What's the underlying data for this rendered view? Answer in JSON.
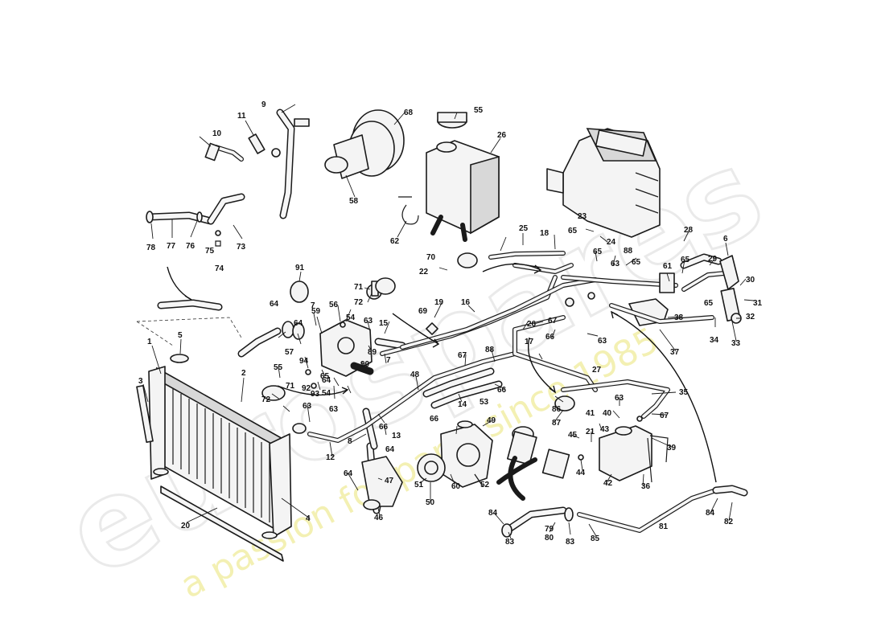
{
  "watermark": {
    "brand": "eurospares",
    "tagline": "a passion for parts since 1985"
  },
  "callouts": {
    "c1": "1",
    "c2": "2",
    "c3": "3",
    "c4": "4",
    "c5": "5",
    "c6": "6",
    "c7a": "7",
    "c7b": "7",
    "c8": "8",
    "c9": "9",
    "c10": "10",
    "c11": "11",
    "c12": "12",
    "c13": "13",
    "c14": "14",
    "c15": "15",
    "c16": "16",
    "c17": "17",
    "c18": "18",
    "c19": "19",
    "c20": "20",
    "c21": "21",
    "c22": "22",
    "c23": "23",
    "c24": "24",
    "c25": "25",
    "c26a": "26",
    "c26b": "26",
    "c27": "27",
    "c28": "28",
    "c29": "29",
    "c30": "30",
    "c31": "31",
    "c32": "32",
    "c33": "33",
    "c34": "34",
    "c35": "35",
    "c36": "36",
    "c37": "37",
    "c38": "38",
    "c39": "39",
    "c40": "40",
    "c41": "41",
    "c42": "42",
    "c43": "43",
    "c44": "44",
    "c45": "45",
    "c46": "46",
    "c47": "47",
    "c48": "48",
    "c49": "49",
    "c50": "50",
    "c51": "51",
    "c52": "52",
    "c53": "53",
    "c54a": "54",
    "c54b": "54",
    "c55a": "55",
    "c55b": "55",
    "c56": "56",
    "c57": "57",
    "c58": "58",
    "c59": "59",
    "c60": "60",
    "c61": "61",
    "c62": "62",
    "c63a": "63",
    "c63b": "63",
    "c63c": "63",
    "c63d": "63",
    "c63e": "63",
    "c63f": "63",
    "c64a": "64",
    "c64b": "64",
    "c64c": "64",
    "c64d": "64",
    "c64e": "64",
    "c65a": "65",
    "c65b": "65",
    "c65c": "65",
    "c65d": "65",
    "c65e": "65",
    "c65f": "65",
    "c66a": "66",
    "c66b": "66",
    "c66c": "66",
    "c66d": "66",
    "c67a": "67",
    "c67b": "67",
    "c67c": "67",
    "c68": "68",
    "c69": "69",
    "c70": "70",
    "c71a": "71",
    "c71b": "71",
    "c72a": "72",
    "c72b": "72",
    "c73": "73",
    "c74": "74",
    "c75": "75",
    "c76": "76",
    "c77": "77",
    "c78": "78",
    "c79": "79",
    "c80": "80",
    "c81": "81",
    "c82": "82",
    "c83a": "83",
    "c83b": "83",
    "c84a": "84",
    "c84b": "84",
    "c85": "85",
    "c86": "86",
    "c87": "87",
    "c88a": "88",
    "c88b": "88",
    "c89": "89",
    "c90": "90",
    "c91": "91",
    "c92": "92",
    "c93": "93",
    "c94": "94"
  }
}
